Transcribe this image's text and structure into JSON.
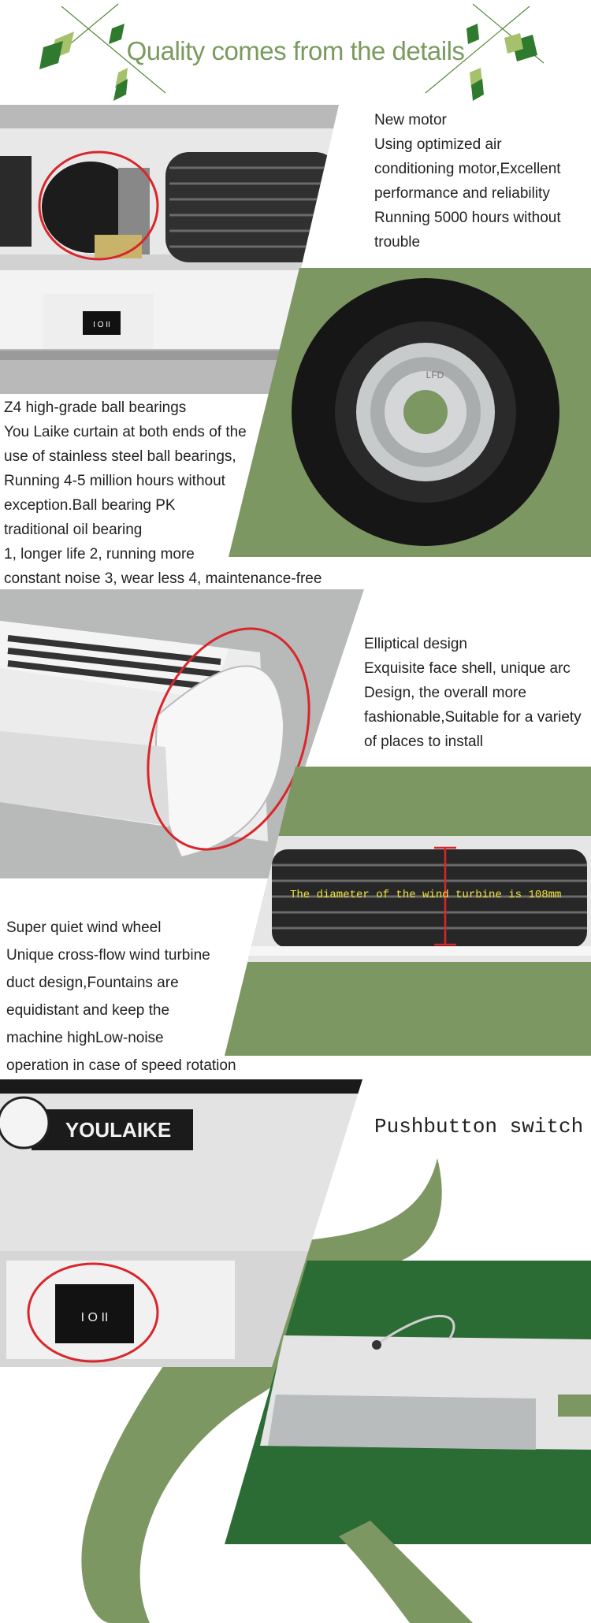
{
  "header": {
    "title": "Quality comes from the details"
  },
  "sections": {
    "motor": {
      "heading": "New motor",
      "body": "Using optimized air\nconditioning motor,Excellent\nperformance and reliability\nRunning 5000 hours without\ntrouble"
    },
    "bearing": {
      "heading": "Z4 high-grade ball bearings",
      "body": "You Laike curtain at both ends of the\nuse of stainless steel ball bearings,\nRunning 4-5 million hours without\nexception.Ball bearing PK\ntraditional oil bearing\n1, longer life 2, running more\nconstant noise 3, wear less 4, maintenance-free",
      "bearing_mark": "LFD"
    },
    "elliptical": {
      "heading": "Elliptical design",
      "body": "Exquisite face shell, unique arc\nDesign, the overall more\nfashionable,Suitable for a variety\nof places to install"
    },
    "wheel": {
      "heading": "Super quiet wind wheel",
      "body": "Unique cross-flow wind turbine\nduct design,Fountains are\nequidistant and keep the\nmachine highLow-noise\noperation in case of speed rotation",
      "annotation": "The diameter of the wind turbine is 108mm"
    },
    "switch": {
      "heading": "Pushbutton switch",
      "brand": "YOULAIKE",
      "switch_marks": "I O II"
    }
  },
  "colors": {
    "green_light": "#7d9763",
    "green_dark": "#2b6b34",
    "gray_photo": "#b8b9b9",
    "accent_red": "#d9262b",
    "title_green": "#7a9a5e"
  }
}
